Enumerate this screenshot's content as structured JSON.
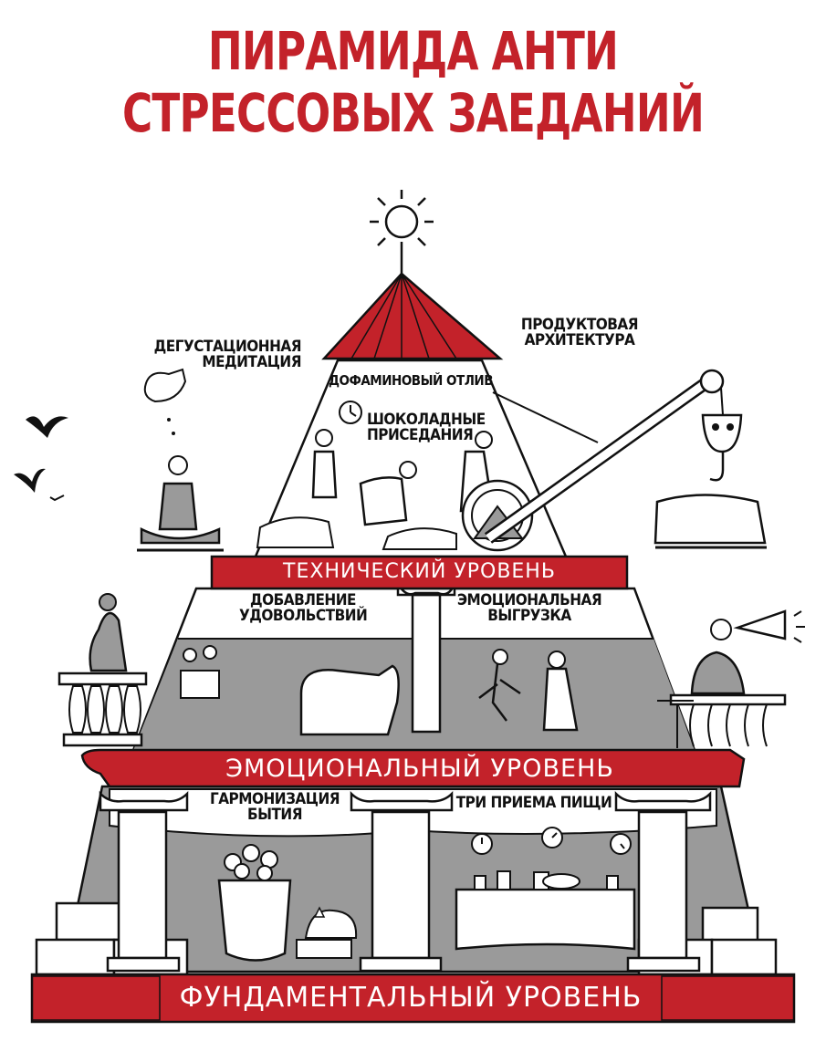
{
  "colors": {
    "red": "#c3222a",
    "grey": "#9a9a9a",
    "dark_grey": "#6f6f6f",
    "ink": "#111111",
    "white": "#ffffff"
  },
  "title": "пирамида анти стрессовых заеданий",
  "labels": {
    "tasting_meditation": [
      "дегустационная",
      "медитация"
    ],
    "product_architecture": [
      "продуктовая",
      "архитектура"
    ],
    "dopamine_outflow": "дофаминовый отлив",
    "chocolate_squats": [
      "шоколадные",
      "приседания"
    ],
    "adding_pleasures": [
      "добавление",
      "удовольствий"
    ],
    "emotional_unloading": [
      "эмоциональная",
      "выгрузка"
    ],
    "harmonization_of_being": [
      "гармонизация",
      "бытия"
    ],
    "three_meals": "три приема пищи"
  },
  "levels": {
    "technical": "технический уровень",
    "emotional": "эмоциональный уровень",
    "fundamental": "фундаментальный уровень"
  },
  "icons": {
    "sun": "sun-icon",
    "clock": "clock-icon",
    "crane": "crane-icon",
    "birds": "bird-icon",
    "megaphone": "megaphone-icon",
    "flowers": "flower-icon",
    "cat": "cat-icon"
  }
}
